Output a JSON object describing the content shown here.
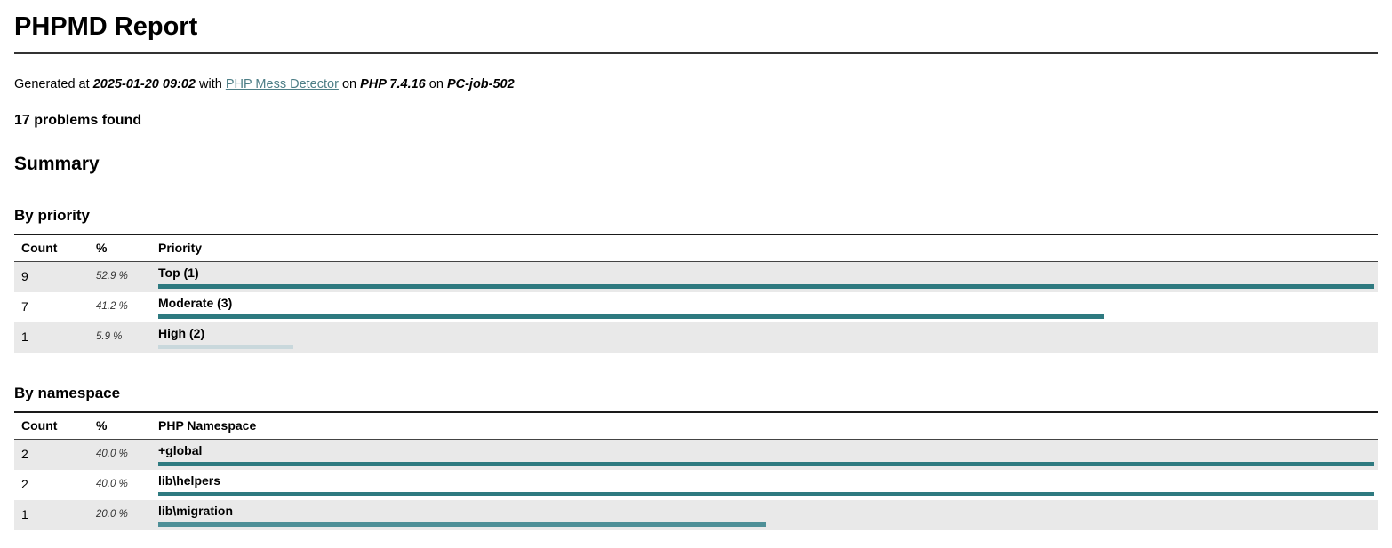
{
  "page": {
    "title": "PHPMD Report",
    "generated": {
      "prefix": "Generated at",
      "timestamp": "2025-01-20 09:02",
      "with_label": "with",
      "tool_link": "PHP Mess Detector",
      "on_label_1": "on",
      "php_version": "PHP 7.4.16",
      "on_label_2": "on",
      "host": "PC-job-502"
    },
    "problems_found": "17 problems found",
    "summary_heading": "Summary"
  },
  "colors": {
    "bar_dark_teal": "#2e7a80",
    "bar_light": "#c9d8dc",
    "bar_medium_teal": "#4e8f97",
    "row_alt_background": "#e9e9e9",
    "link": "#4d7e86"
  },
  "tables": [
    {
      "heading": "By priority",
      "columns": [
        "Count",
        "%",
        "Priority"
      ],
      "rows": [
        {
          "count": "9",
          "percent": "52.9 %",
          "label": "Top (1)",
          "bar_width_pct": 100,
          "bar_color": "#2e7a80"
        },
        {
          "count": "7",
          "percent": "41.2 %",
          "label": "Moderate (3)",
          "bar_width_pct": 77.8,
          "bar_color": "#2e7a80"
        },
        {
          "count": "1",
          "percent": "5.9 %",
          "label": "High (2)",
          "bar_width_pct": 11.1,
          "bar_color": "#c9d8dc"
        }
      ]
    },
    {
      "heading": "By namespace",
      "columns": [
        "Count",
        "%",
        "PHP Namespace"
      ],
      "rows": [
        {
          "count": "2",
          "percent": "40.0 %",
          "label": "+global",
          "bar_width_pct": 100,
          "bar_color": "#2e7a80"
        },
        {
          "count": "2",
          "percent": "40.0 %",
          "label": "lib\\helpers",
          "bar_width_pct": 100,
          "bar_color": "#2e7a80"
        },
        {
          "count": "1",
          "percent": "20.0 %",
          "label": "lib\\migration",
          "bar_width_pct": 50,
          "bar_color": "#4e8f97"
        }
      ]
    }
  ]
}
